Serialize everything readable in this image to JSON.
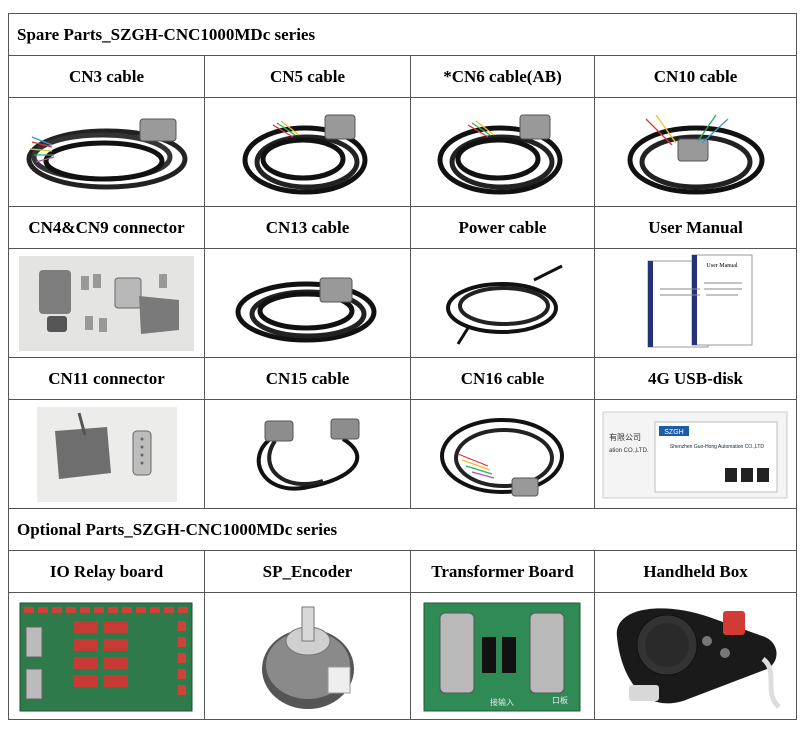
{
  "spare": {
    "title": "Spare Parts_SZGH-CNC1000MDc series",
    "rows": [
      [
        "CN3 cable",
        "CN5 cable",
        "*CN6 cable(AB)",
        "CN10 cable"
      ],
      [
        "CN4&CN9 connector",
        "CN13 cable",
        "Power cable",
        "User Manual"
      ],
      [
        "CN11 connector",
        "CN15 cable",
        "CN16 cable",
        "4G USB-disk"
      ]
    ]
  },
  "optional": {
    "title": "Optional Parts_SZGH-CNC1000MDc series",
    "items": [
      "IO Relay board",
      "SP_Encoder",
      "Transformer Board",
      "Handheld Box"
    ]
  },
  "photo_text": {
    "manual_title": "User Manual",
    "usb_brand": "SZGH",
    "usb_company": "Shenzhen Guo-Hong Automation CO.,LTD",
    "usb_cn": "有限公司",
    "usb_ltd": "ation CO.,LTD.",
    "transformer_cn": "口板",
    "transformer_input": "接输入"
  }
}
